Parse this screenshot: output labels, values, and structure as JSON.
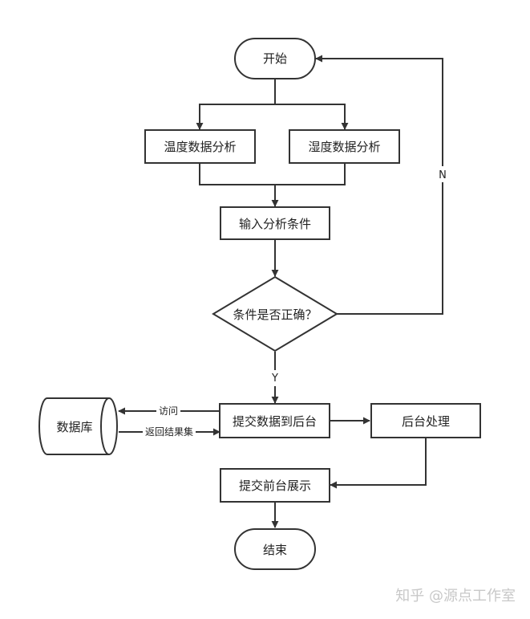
{
  "nodes": {
    "start": "开始",
    "temp_analysis": "温度数据分析",
    "humidity_analysis": "湿度数据分析",
    "input_conditions": "输入分析条件",
    "decision": "条件是否正确？",
    "submit_backend": "提交数据到后台",
    "database": "数据库",
    "backend_process": "后台处理",
    "submit_frontend": "提交前台展示",
    "end": "结束"
  },
  "edges": {
    "no_label": "N",
    "yes_label": "Y",
    "access_label": "访问",
    "return_label": "返回结果集"
  },
  "watermark": "知乎 @源点工作室"
}
